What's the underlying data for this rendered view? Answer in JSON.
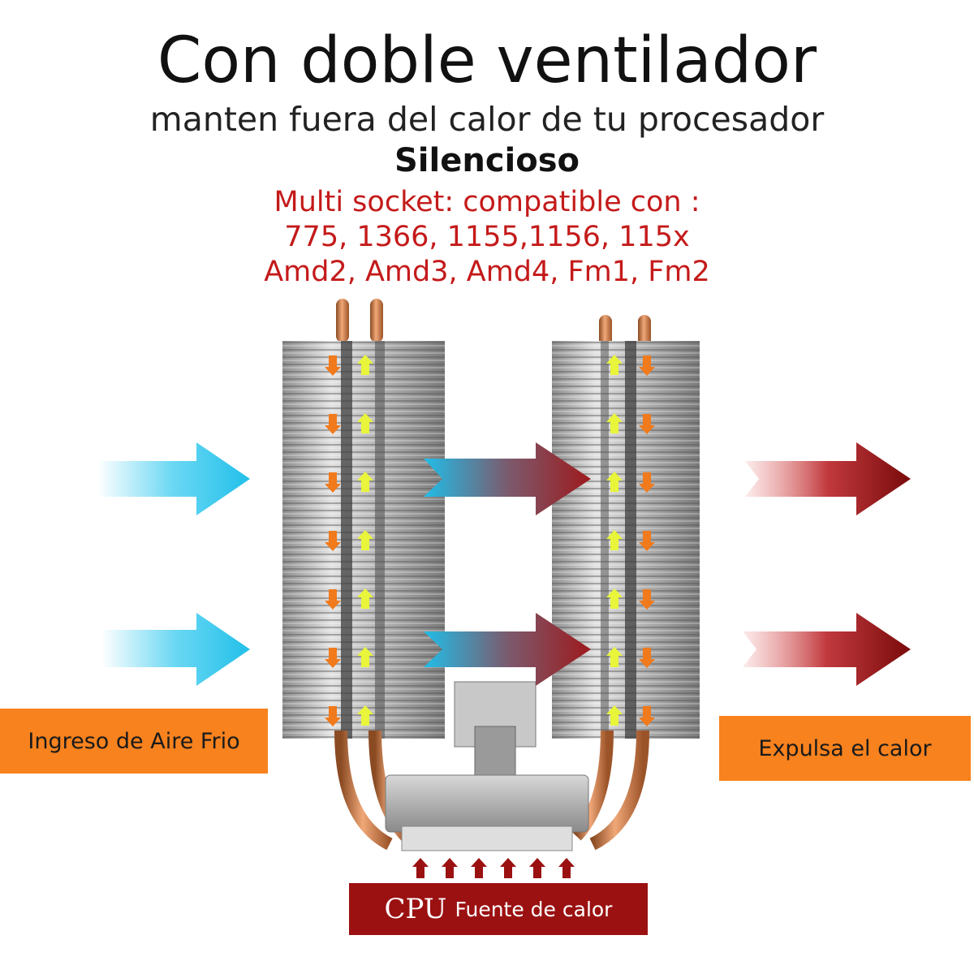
{
  "header": {
    "title": "Con doble ventilador",
    "subtitle": "manten fuera del calor de tu procesador",
    "tagline": "Silencioso",
    "compat_lines": [
      "Multi socket: compatible con :",
      "775, 1366, 1155,1156, 115x",
      "Amd2, Amd3, Amd4, Fm1, Fm2"
    ]
  },
  "labels": {
    "intake": "Ingreso de Aire Frio",
    "exhaust": "Expulsa el calor",
    "cpu_big": "CPU",
    "cpu_small": "Fuente de calor"
  },
  "colors": {
    "cold_air": "#29c6ee",
    "hot_air": "#8b0d0d",
    "label_bg": "#f7821e",
    "cpu_bg": "#9b1112",
    "compat_text": "#c41a1a",
    "heatpipe_up_arrow": "#e8f53a",
    "heatpipe_down_arrow": "#f07a1c"
  }
}
